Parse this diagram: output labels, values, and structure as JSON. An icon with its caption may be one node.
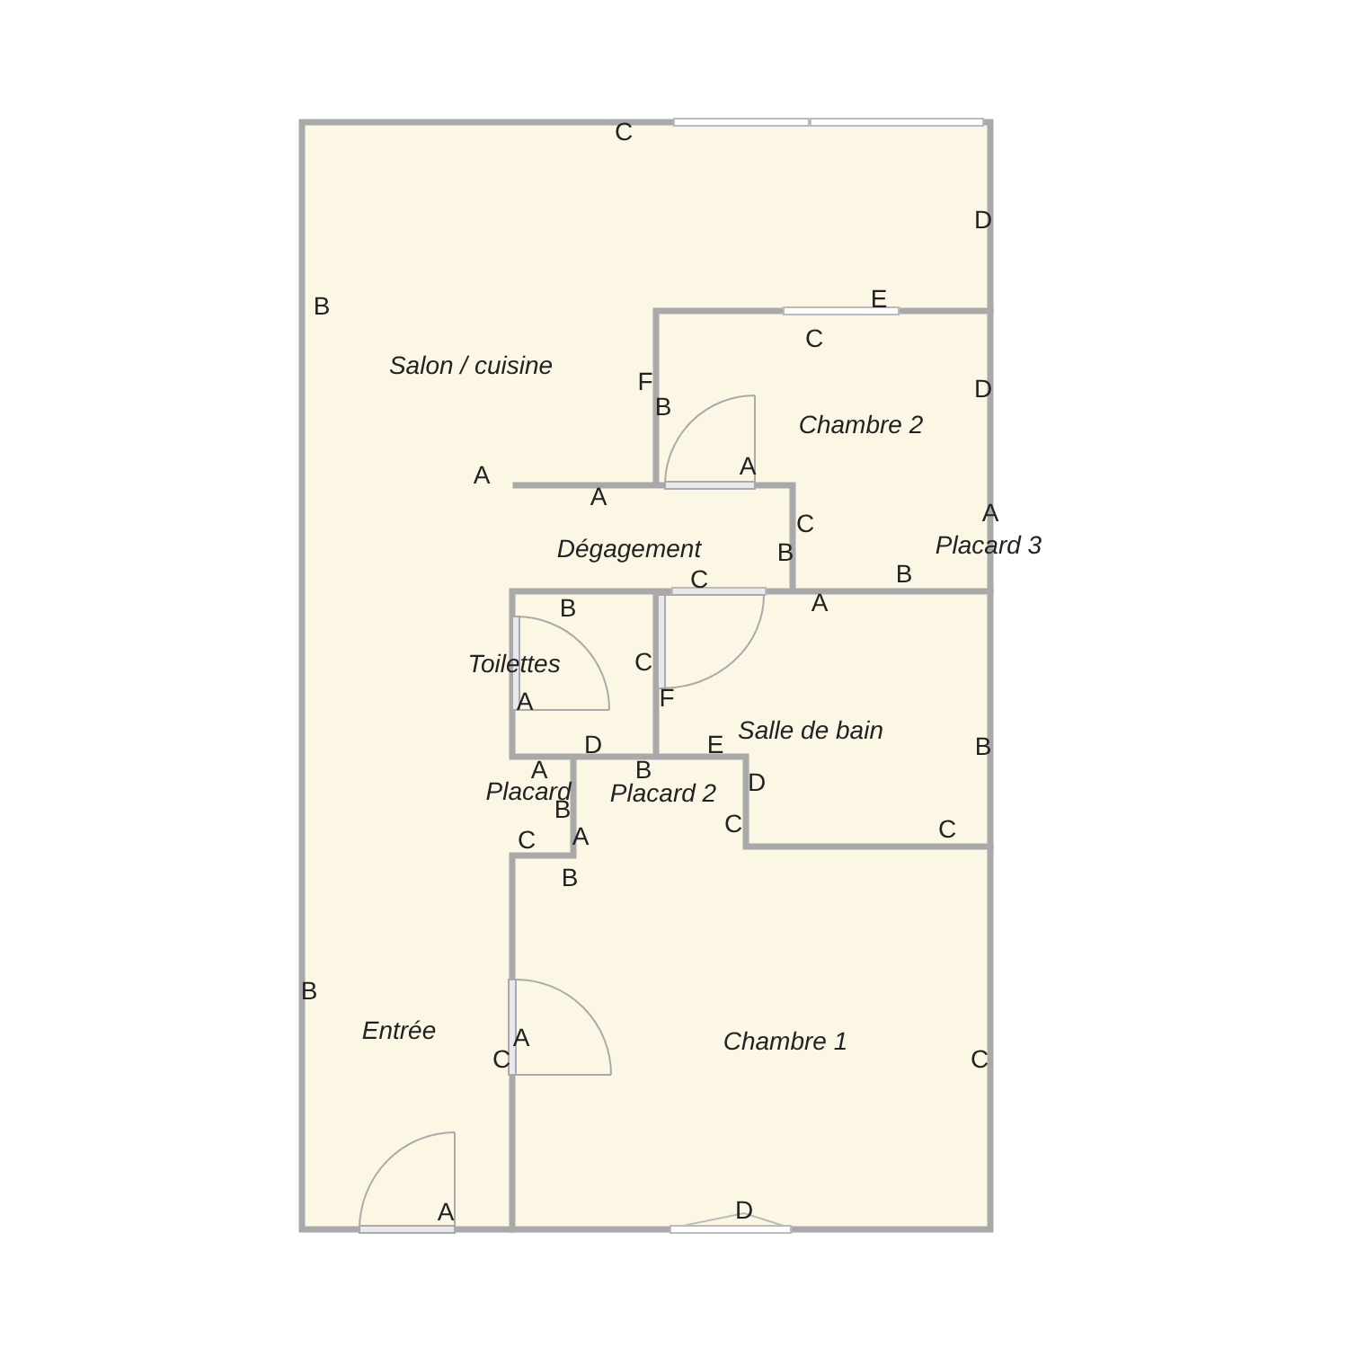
{
  "diagram": {
    "labels": [
      "C",
      "D",
      "E",
      "B",
      "C",
      "Salon / cuisine",
      "F",
      "D",
      "B",
      "Chambre 2",
      "A",
      "A",
      "A",
      "A",
      "C",
      "Dégagement",
      "B",
      "Placard 3",
      "C",
      "B",
      "B",
      "A",
      "Toilettes",
      "C",
      "A",
      "F",
      "Salle de bain",
      "D",
      "E",
      "B",
      "A",
      "B",
      "D",
      "Placard",
      "Placard 2",
      "B",
      "C",
      "C",
      "A",
      "C",
      "B",
      "B",
      "Entrée",
      "A",
      "Chambre 1",
      "C",
      "C",
      "A",
      "D"
    ]
  }
}
